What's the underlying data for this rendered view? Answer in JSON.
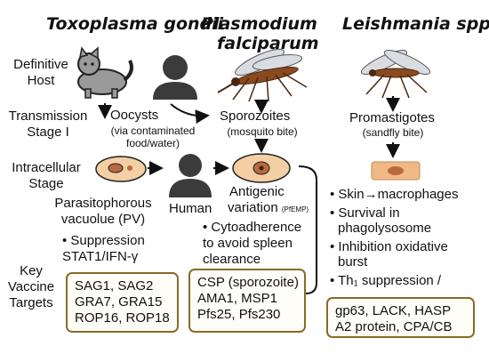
{
  "titles": {
    "toxoplasma": "Toxoplasma gondii",
    "plasmodium_1": "Plasmodium",
    "plasmodium_2": "falciparum",
    "leishmania": "Leishmania spp."
  },
  "row_labels": {
    "definitive_host": [
      "Definitive",
      "Host"
    ],
    "transmission": [
      "Transmission",
      "Stage I"
    ],
    "intracellular": [
      "Intracellular",
      "Stage"
    ],
    "vaccine_targets": [
      "Key",
      "Vaccine",
      "Targets"
    ]
  },
  "toxoplasma": {
    "oocysts": "Oocysts",
    "oocysts_note": [
      "(via contaminated",
      "food/water)"
    ],
    "pv": [
      "Parasitophorous",
      "vacuolue (PV)"
    ],
    "human": "Human",
    "suppression": [
      "• Suppression",
      "STAT1/IFN-γ"
    ],
    "vaccine_box": [
      "SAG1, SAG2",
      "GRA7, GRA15",
      "ROP16, ROP18"
    ]
  },
  "plasmodium": {
    "sporozoites": "Sporozoites",
    "sporozoites_note": "(mosquito bite)",
    "antigenic": "Antigenic",
    "variation": "variation",
    "pfemp": "(PfEMP)",
    "cytoadherence": [
      "• Cytoadherence",
      "to avoid spleen",
      "clearance"
    ],
    "vaccine_box": [
      "CSP (sporozoite)",
      "AMA1, MSP1",
      "Pfs25, Pfs230"
    ]
  },
  "leishmania": {
    "promastigotes": "Promastigotes",
    "promastigotes_note": "(sandfly bite)",
    "bullets": [
      "• Skin→macrophages",
      "• Survival in",
      "phagolysosome",
      "• Inhibition oxidative",
      "burst",
      "• Th₁ suppression /"
    ],
    "vaccine_box": [
      "gp63, LACK, HASP",
      "A2 protein, CPA/CB"
    ]
  },
  "colors": {
    "cat_gray": "#9a9a9a",
    "human_dark": "#3b3b3b",
    "mosquito_brown": "#8a4a1f",
    "cell_fill": "#f3cfa3",
    "cell_nucleus": "#b86a3d",
    "box_border": "#8a6a28"
  }
}
